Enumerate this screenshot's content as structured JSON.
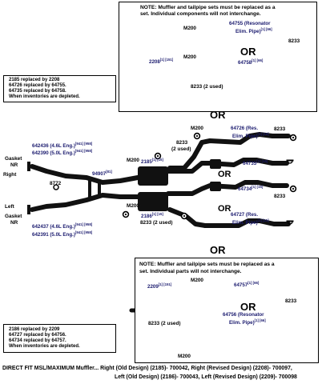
{
  "top_box": {
    "note_line1": "NOTE: Muffler and tailpipe sets must be replaced as a",
    "note_line2": "set. Individual components will not interchange.",
    "part_64755": "64755 (Resonator",
    "part_64755b": "Elim. Pipe)",
    "part_64755_refs": "[1] [66]",
    "m200_a": "M200",
    "m200_b": "M200",
    "part_2208": "2208",
    "part_2208_refs": "[1] [151]",
    "part_64758": "64758",
    "part_64758_refs": "[1] [66]",
    "or": "OR",
    "clamp_8233_a": "8233",
    "clamp_8233_b": "8233 (2 used)"
  },
  "replaced_note_top": {
    "line1": "2185 replaced by 2208",
    "line2": "64726 replaced by 64755.",
    "line3": "64735 replaced by 64758.",
    "line4": "When inventories are depleted."
  },
  "middle": {
    "or_big_1": "OR",
    "m200_top": "M200",
    "clamp_8233_2used_a": "8233",
    "clamp_8233_2used_a2": "(2 used)",
    "part_64726": "64726 (Res.",
    "part_64726b": "Elim. Pipe)",
    "part_64726_refs": "[1] [15]",
    "clamp_8233_r1": "8233",
    "part_642436": "642436 (4.6L Eng.)",
    "part_642436_refs": "[941] [958]",
    "part_642390": "642390 (5.0L Eng.)",
    "part_642390_refs": "[941] [958]",
    "gasket_nr_top": "Gasket",
    "gasket_nr_top2": "NR",
    "right": "Right",
    "m200_mid": "M200",
    "part_2185": "2185",
    "part_2185_refs": "[1] [15]",
    "part_64735": "64735",
    "part_64735_refs": "[1] [15]",
    "part_94907": "94907",
    "part_94907_refs": "[81]",
    "or_small_1": "OR",
    "clamp_8772": "8772",
    "part_64734": "64734",
    "part_64734_refs": "[1] [15]",
    "left": "Left",
    "m200_low": "M200",
    "part_2186": "2186",
    "part_2186_refs": "[1] [15]",
    "clamp_8233_r2": "8233",
    "or_small_2": "OR",
    "gasket_nr_bot": "Gasket",
    "gasket_nr_bot2": "NR",
    "part_642437": "642437 (4.6L Eng.)",
    "part_642437_refs": "[941] [958]",
    "part_642391": "642391 (5.0L Eng.)",
    "part_642391_refs": "[941] [958]",
    "clamp_8233_2used_b": "8233 (2 used)",
    "part_64727": "64727 (Res.",
    "part_64727b": "Elim. Pipe)",
    "part_64727_refs": "[1] [15]",
    "or_big_2": "OR"
  },
  "bottom_box": {
    "note_line1": "NOTE: Muffler and tailpipe sets must be replaced as a",
    "note_line2": "set. Individual parts will not interchange.",
    "part_2209": "2209",
    "part_2209_refs": "[1] [151]",
    "m200": "M200",
    "part_64757": "64757",
    "part_64757_refs": "[1] [66]",
    "clamp_8233_a": "8233",
    "or": "OR",
    "part_64756": "64756 (Resonator",
    "part_64756b": "Elim. Pipe)",
    "part_64756_refs": "[1] [66]",
    "clamp_8233_b": "8233 (2 used)",
    "m200_b": "M200"
  },
  "replaced_note_bottom": {
    "line1": "2186 replaced by 2209",
    "line2": "64727 replaced by 64756.",
    "line3": "64734 replaced by 64757.",
    "line4": "When inventories are depleted."
  },
  "footer": {
    "line1": "DIRECT FIT MSL/MAXIMUM Muffler... Right (Old Design) (2185)- 700042, Right (Revised Design) (2208)- 700097,",
    "line2": "Left (Old Design) (2186)- 700043, Left (Revised Design) (2209)- 700098"
  },
  "colors": {
    "part_number_text": "#1a1a6e",
    "pipe": "#111111"
  }
}
